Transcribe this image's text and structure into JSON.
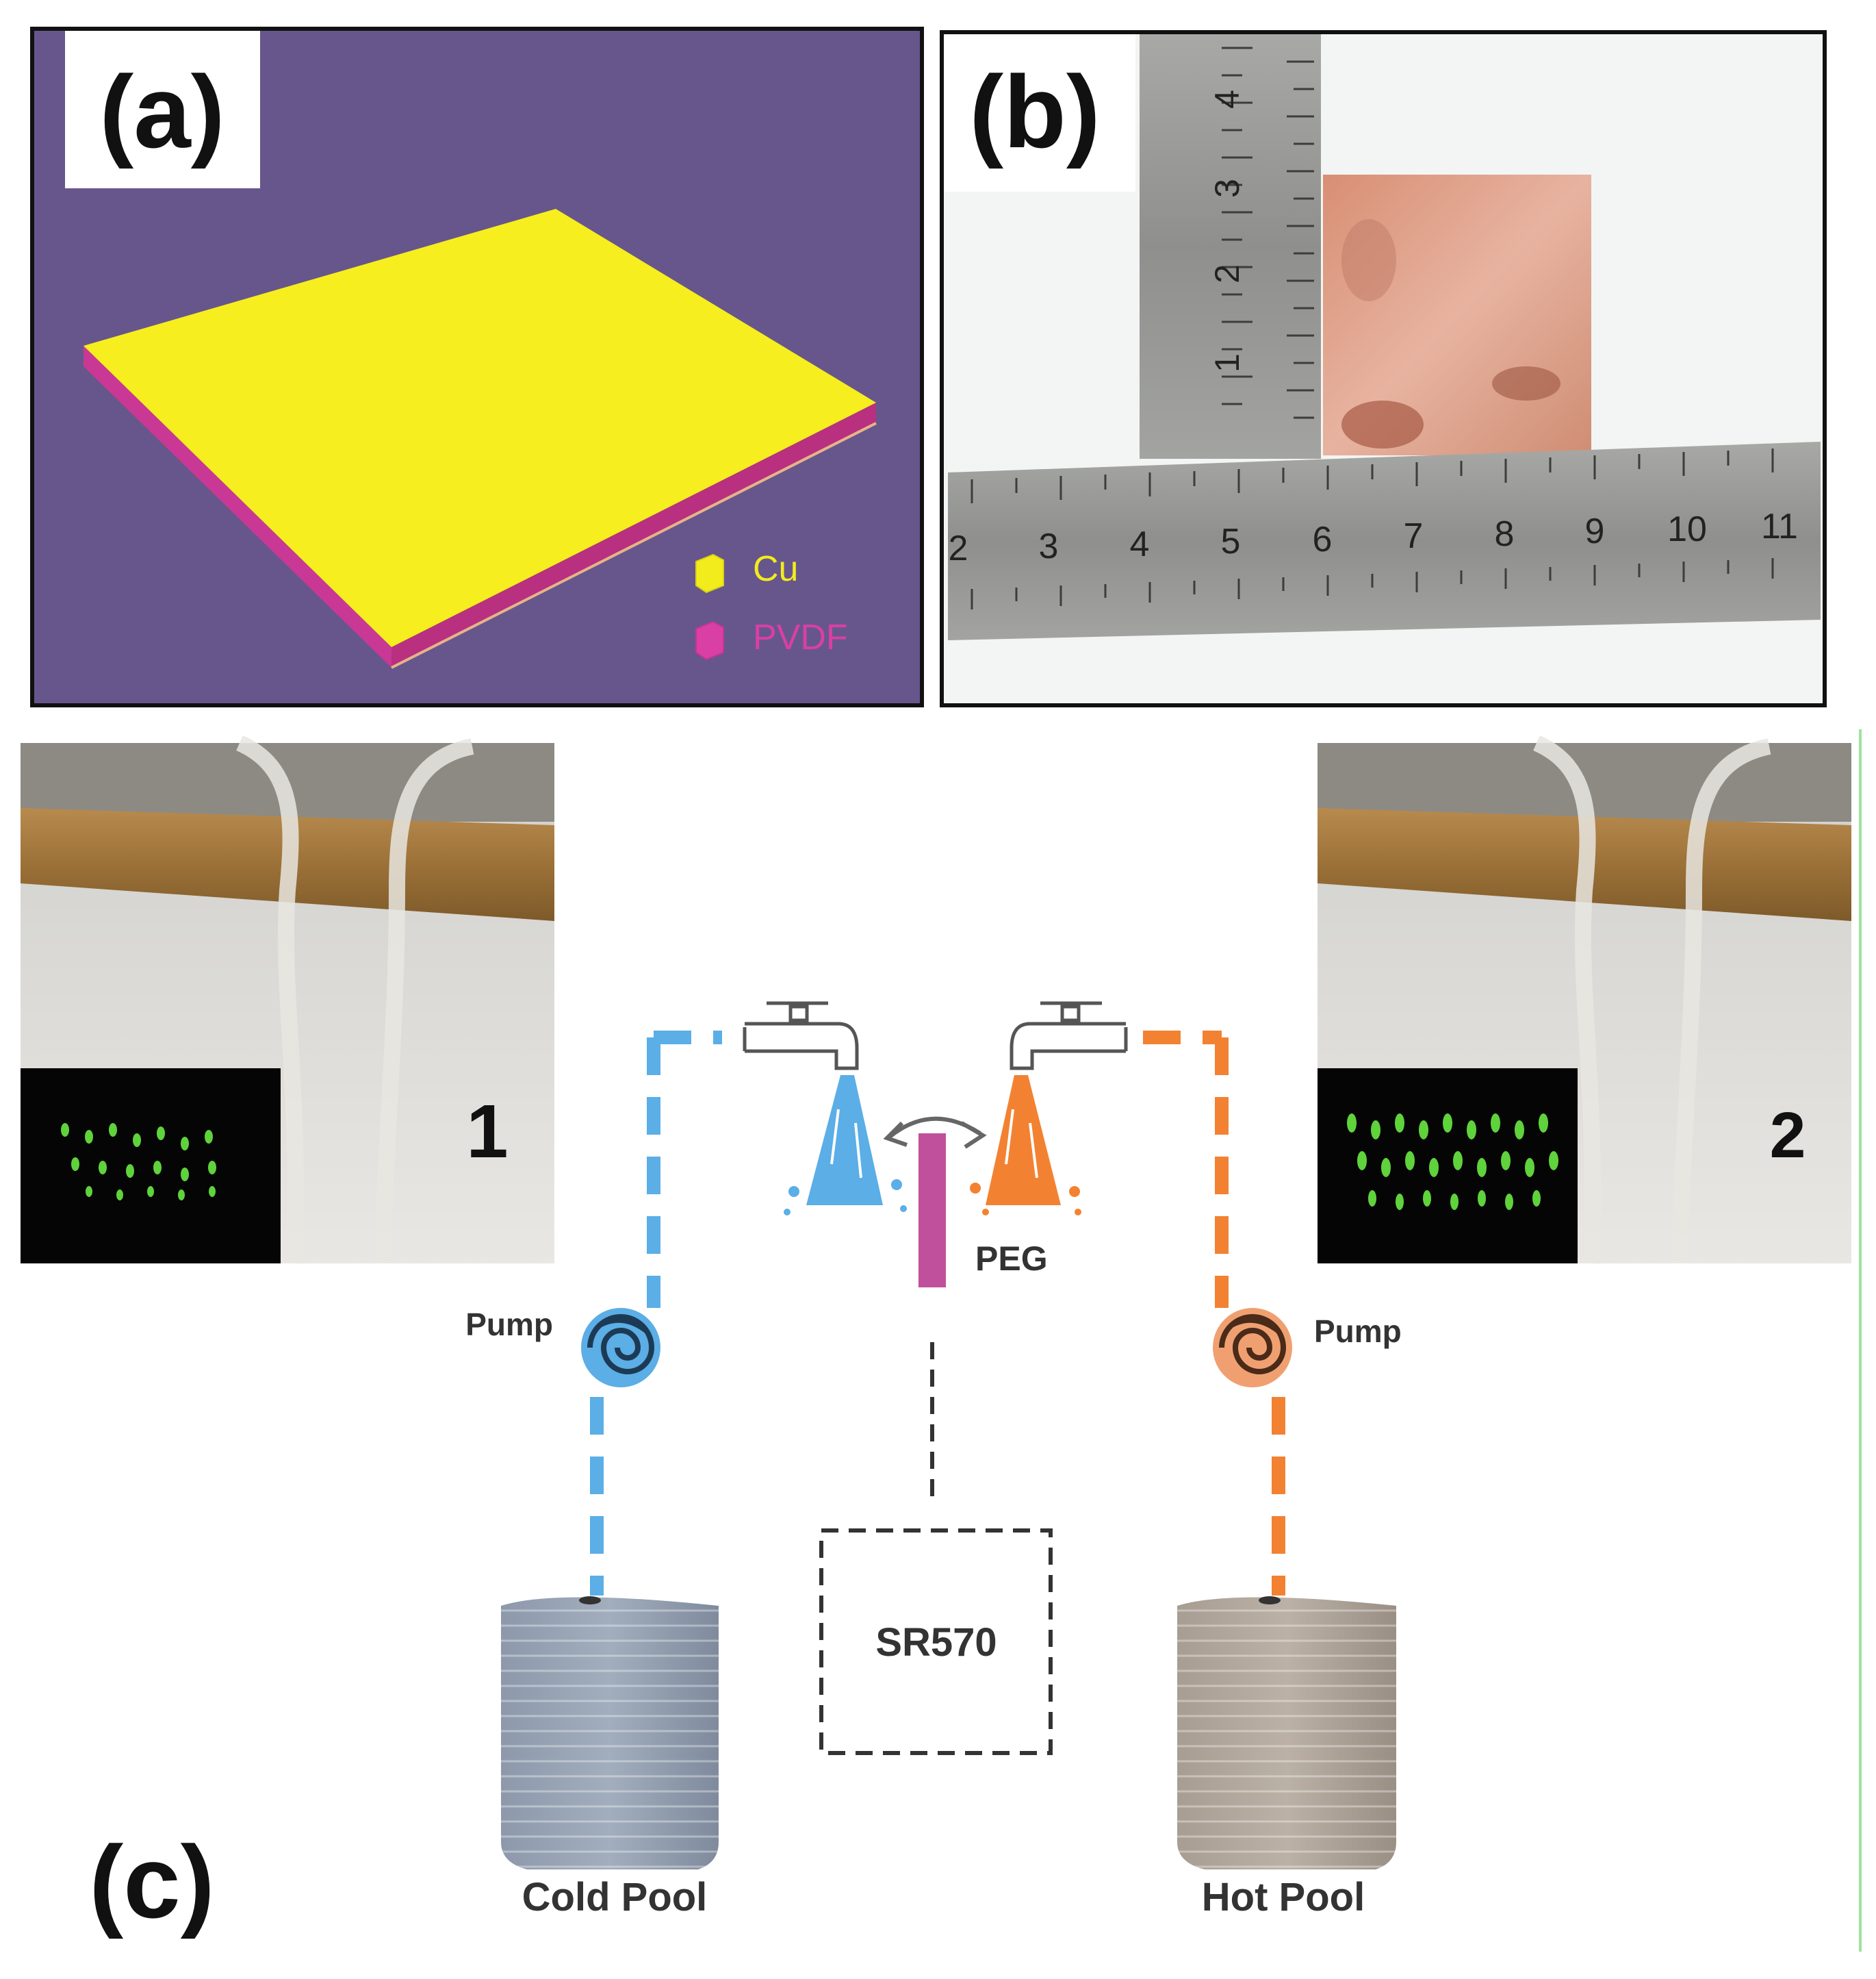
{
  "panel_a": {
    "label": "(a)",
    "legend": [
      {
        "text": "Cu",
        "color": "#f2ec1c"
      },
      {
        "text": "PVDF",
        "color": "#d93fa5"
      }
    ],
    "colors": {
      "background": "#67568c",
      "top": "#f6ee1e",
      "side": "#c93894"
    }
  },
  "panel_b": {
    "label": "(b)",
    "vertical_ruler_numbers": [
      "4",
      "3",
      "2",
      "1"
    ],
    "horizontal_ruler_numbers": [
      "2",
      "3",
      "4",
      "5",
      "6",
      "7",
      "8",
      "9",
      "10",
      "11"
    ],
    "colors": {
      "ruler": "#9a9a98",
      "copper": "#d79a80",
      "background": "#f3f5f4"
    }
  },
  "panel_c": {
    "label": "(c)",
    "photo_left_number": "1",
    "photo_right_number": "2",
    "peg_label": "PEG",
    "pump_left_label": "Pump",
    "pump_right_label": "Pump",
    "instrument_label": "SR570",
    "cold_pool_label": "Cold Pool",
    "hot_pool_label": "Hot Pool",
    "colors": {
      "cold": "#5baee6",
      "hot": "#f28232",
      "peg": "#c0509b"
    }
  }
}
